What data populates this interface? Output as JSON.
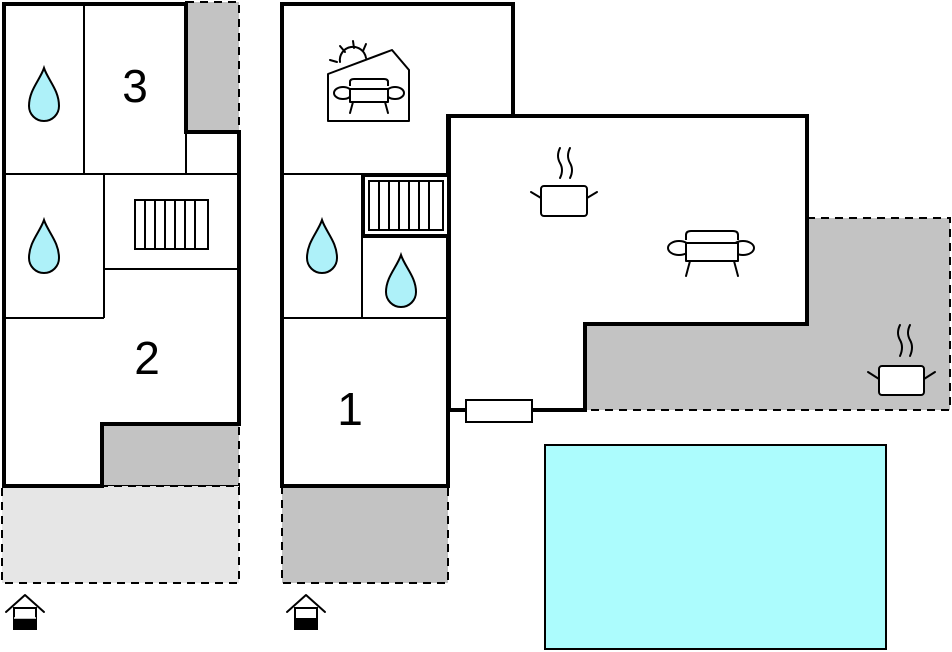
{
  "rooms": {
    "room_1": "1",
    "room_2": "2",
    "room_3": "3"
  },
  "colors": {
    "outdoor_area": "#c3c3c3",
    "outdoor_area_light": "#e6e6e6",
    "water_icon": "#aef1f9",
    "pool": "#acfcfd",
    "walls": "#000000",
    "background": "#ffffff"
  },
  "icons": [
    "water-drop-icon",
    "stairs-icon",
    "sofa-icon",
    "sun-icon",
    "cooking-pot-icon",
    "fireplace-icon",
    "house-entrance-icon"
  ]
}
